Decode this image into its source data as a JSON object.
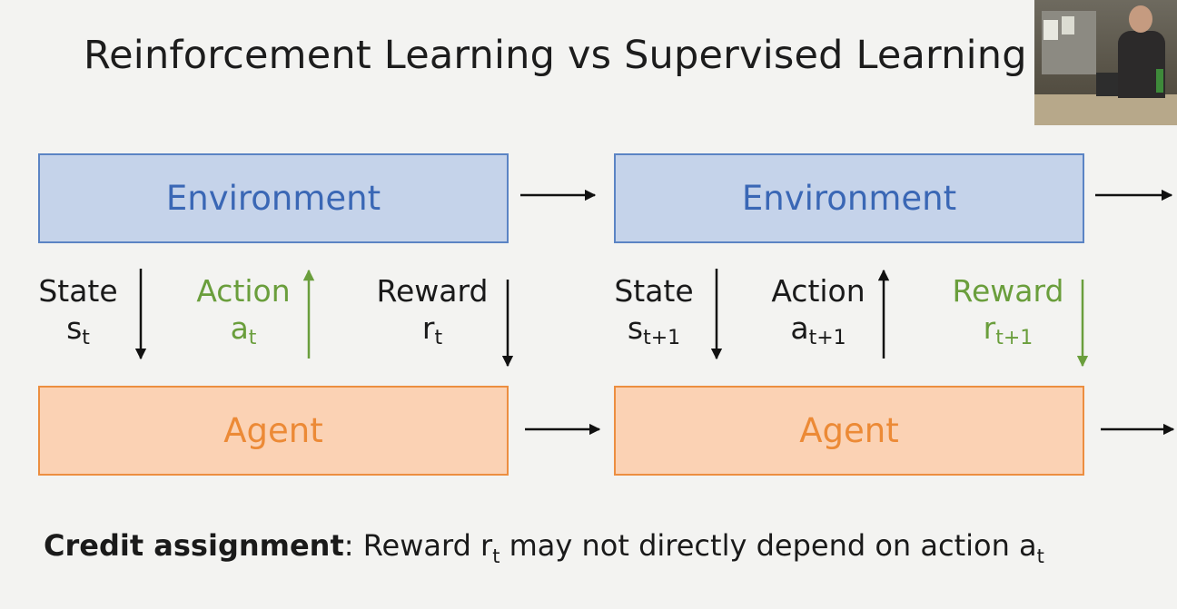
{
  "title": "Reinforcement Learning vs Supervised Learning",
  "colors": {
    "environment_fill": "#c5d3ea",
    "environment_text": "#3a67b5",
    "agent_fill": "#fbd2b4",
    "agent_text": "#ec8a36",
    "highlight_green": "#6a9e3c",
    "arrow_black": "#111111"
  },
  "step_t": {
    "environment": "Environment",
    "agent": "Agent",
    "state": {
      "label": "State",
      "symbol": "s",
      "subscript": "t"
    },
    "action": {
      "label": "Action",
      "symbol": "a",
      "subscript": "t",
      "highlighted": true
    },
    "reward": {
      "label": "Reward",
      "symbol": "r",
      "subscript": "t",
      "highlighted": false
    }
  },
  "step_t1": {
    "environment": "Environment",
    "agent": "Agent",
    "state": {
      "label": "State",
      "symbol": "s",
      "subscript": "t+1"
    },
    "action": {
      "label": "Action",
      "symbol": "a",
      "subscript": "t+1",
      "highlighted": false
    },
    "reward": {
      "label": "Reward",
      "symbol": "r",
      "subscript": "t+1",
      "highlighted": true
    }
  },
  "credit": {
    "bold": "Credit assignment",
    "text1": ": Reward r",
    "sub1": "t",
    "text2": " may not directly depend on action a",
    "sub2": "t"
  }
}
